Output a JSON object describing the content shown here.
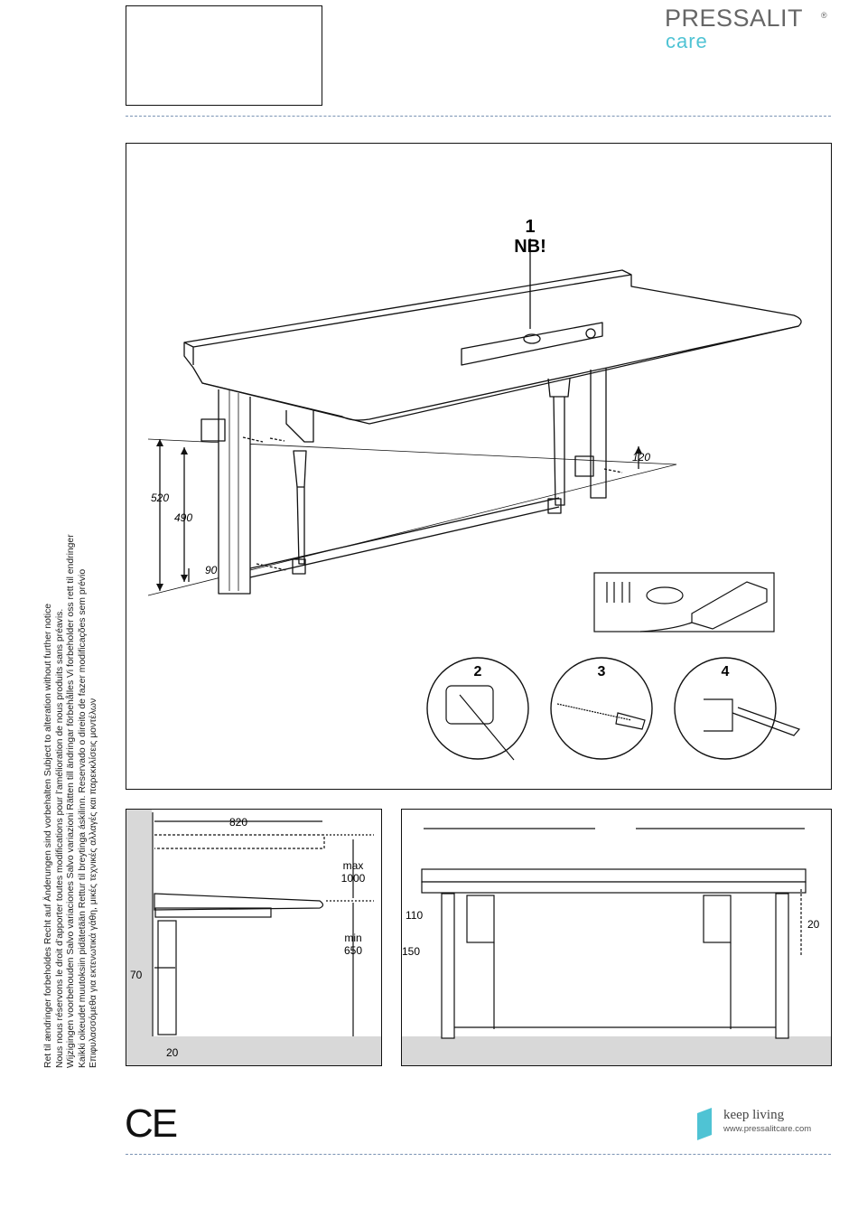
{
  "header": {
    "brand": "PRESSALIT",
    "brand_mark": "®",
    "brand_sub": "care"
  },
  "notice_lines": [
    "Ret til ændringer forbeholdes  Recht auf Änderungen sind vorbehalten  Subject to alteration without further notice",
    "Nous nous réservons le droit d’apporter toutes modifications pour l’amélioration de nous produits sans préavis.",
    "Wijzigingen voorbehouden  Salvo variaciones  Salvo variazioni  Rätten till ändringar förbehålles  Vi forbeholder oss rett til endringer",
    "Kaikki oikeudet muutoksiin pidätetään  Rettur til breytinga áskilinn. Reservado o direito de fazer modificações sem prévio",
    "Επιφυλασσόμεθα για εκτενωτικά γάθη, μικές τεχνικές αλλαγές και παρεκκλίσεις μοντέλων"
  ],
  "main_figure": {
    "step1_number": "1",
    "step1_note": "NB!",
    "dim_520": "520",
    "dim_490": "490",
    "dim_90": "90",
    "dim_120": "120",
    "step2": "2",
    "step3": "3",
    "step4": "4"
  },
  "side_view": {
    "dim_820": "820",
    "max_label": "max",
    "max_value": "1000",
    "min_label": "min",
    "min_value": "650",
    "dim_70": "70",
    "dim_20": "20"
  },
  "front_view": {
    "dim_110": "110",
    "dim_150": "150",
    "dim_20": "20"
  },
  "footer": {
    "ce_mark": "CE",
    "slogan": "keep living",
    "url": "www.pressalitcare.com"
  },
  "colors": {
    "accent": "#4fc3d4",
    "dash": "#7a93b3",
    "floor": "#d8d8d8"
  }
}
